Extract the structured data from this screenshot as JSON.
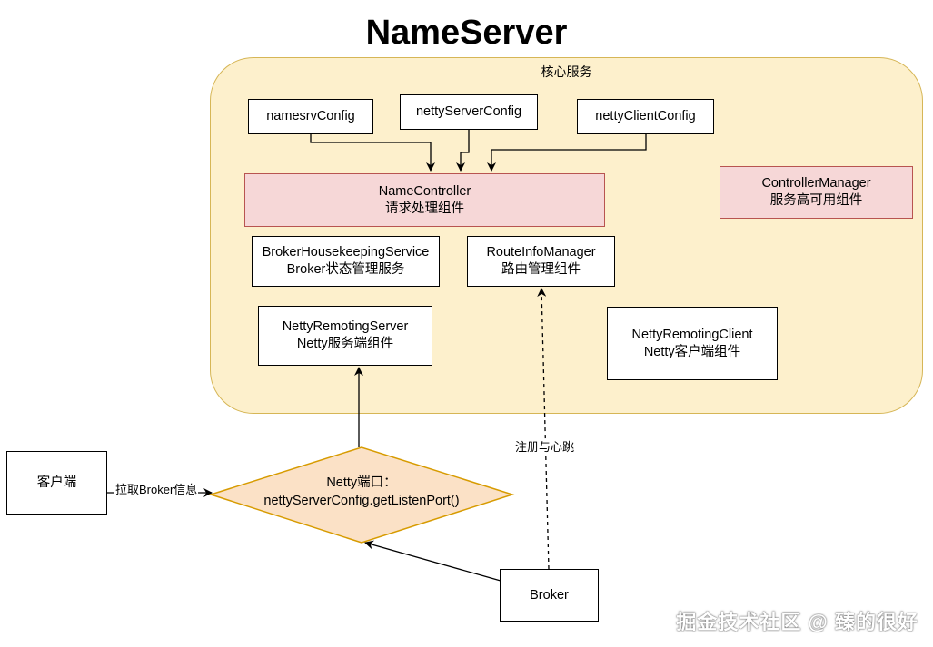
{
  "title": "NameServer",
  "group_label": "核心服务",
  "nodes": {
    "namesrv_config": "namesrvConfig",
    "netty_server_config": "nettyServerConfig",
    "netty_client_config": "nettyClientConfig",
    "name_controller": {
      "line1": "NameController",
      "line2": "请求处理组件"
    },
    "controller_manager": {
      "line1": "ControllerManager",
      "line2": "服务高可用组件"
    },
    "broker_housekeeping": {
      "line1": "BrokerHousekeepingService",
      "line2": "Broker状态管理服务"
    },
    "route_info_manager": {
      "line1": "RouteInfoManager",
      "line2": "路由管理组件"
    },
    "netty_remoting_server": {
      "line1": "NettyRemotingServer",
      "line2": "Netty服务端组件"
    },
    "netty_remoting_client": {
      "line1": "NettyRemotingClient",
      "line2": "Netty客户端组件"
    },
    "client": "客户端",
    "netty_port": {
      "line1": "Netty端口：",
      "line2": "nettyServerConfig.getListenPort()"
    },
    "broker": "Broker"
  },
  "edge_labels": {
    "pull_broker_info": "拉取Broker信息",
    "register_heartbeat": "注册与心跳"
  },
  "watermark": "掘金技术社区 @ 臻的很好",
  "colors": {
    "group_fill": "#fdf0cc",
    "group_stroke": "#d6b656",
    "red_fill": "#f6d7d7",
    "red_stroke": "#b85450",
    "diamond_fill": "#fbe1c6",
    "diamond_stroke": "#d79b00"
  }
}
